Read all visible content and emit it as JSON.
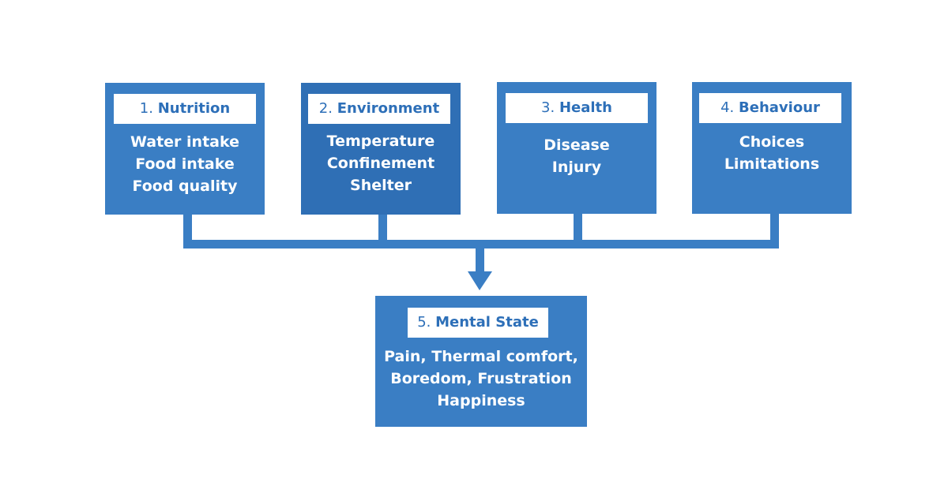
{
  "colors": {
    "box_fill": "#3a7ec4",
    "box_fill_dark": "#2f6fb5",
    "title_text": "#2d6fb8",
    "item_text": "#ffffff",
    "connector": "#3a7ec4",
    "background": "#ffffff"
  },
  "boxes": [
    {
      "number": "1.",
      "title": "Nutrition",
      "items": [
        "Water intake",
        "Food intake",
        "Food quality"
      ]
    },
    {
      "number": "2.",
      "title": "Environment",
      "items": [
        "Temperature",
        "Confinement",
        "Shelter"
      ]
    },
    {
      "number": "3.",
      "title": "Health",
      "items": [
        "Disease",
        "Injury"
      ]
    },
    {
      "number": "4.",
      "title": "Behaviour",
      "items": [
        "Choices",
        "Limitations"
      ]
    }
  ],
  "result": {
    "number": "5.",
    "title": "Mental State",
    "items": [
      "Pain, Thermal comfort,",
      "Boredom, Frustration",
      "Happiness"
    ]
  }
}
